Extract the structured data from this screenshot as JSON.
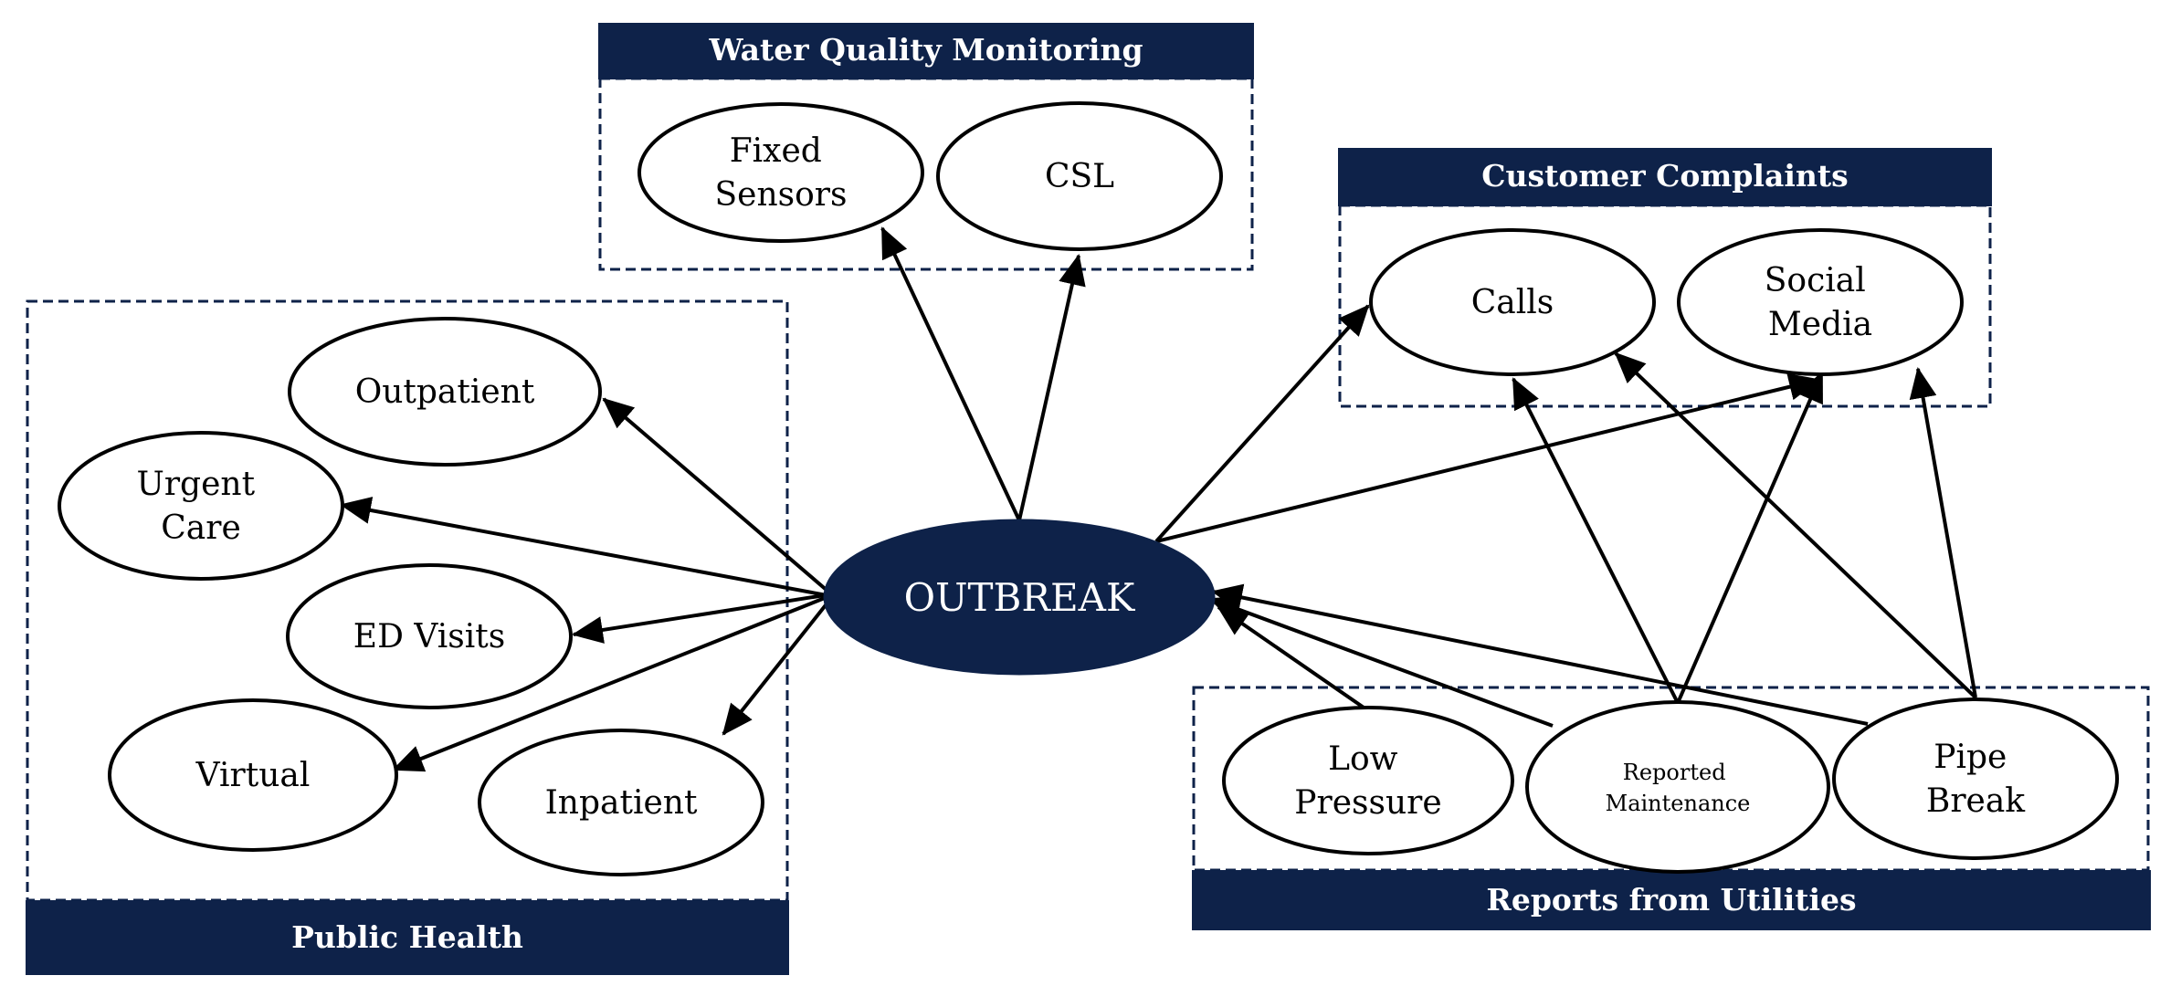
{
  "diagram": {
    "center": {
      "label": "OUTBREAK"
    },
    "groups": {
      "water_quality": {
        "title": "Water Quality Monitoring",
        "nodes": {
          "fixed_sensors": [
            "Fixed",
            "Sensors"
          ],
          "csl": [
            "CSL"
          ]
        }
      },
      "customer_complaints": {
        "title": "Customer Complaints",
        "nodes": {
          "calls": [
            "Calls"
          ],
          "social_media": [
            "Social",
            "Media"
          ]
        }
      },
      "public_health": {
        "title": "Public Health",
        "nodes": {
          "outpatient": [
            "Outpatient"
          ],
          "urgent_care": [
            "Urgent",
            "Care"
          ],
          "ed_visits": [
            "ED Visits"
          ],
          "virtual": [
            "Virtual"
          ],
          "inpatient": [
            "Inpatient"
          ]
        }
      },
      "utilities": {
        "title": "Reports from Utilities",
        "nodes": {
          "low_pressure": [
            "Low",
            "Pressure"
          ],
          "reported_maintenance": [
            "Reported",
            "Maintenance"
          ],
          "pipe_break": [
            "Pipe",
            "Break"
          ]
        }
      }
    },
    "edges": [
      {
        "from": "OUTBREAK",
        "to": "Fixed Sensors"
      },
      {
        "from": "OUTBREAK",
        "to": "CSL"
      },
      {
        "from": "OUTBREAK",
        "to": "Calls"
      },
      {
        "from": "OUTBREAK",
        "to": "Social Media"
      },
      {
        "from": "OUTBREAK",
        "to": "Outpatient"
      },
      {
        "from": "OUTBREAK",
        "to": "Urgent Care"
      },
      {
        "from": "OUTBREAK",
        "to": "ED Visits"
      },
      {
        "from": "OUTBREAK",
        "to": "Virtual"
      },
      {
        "from": "OUTBREAK",
        "to": "Inpatient"
      },
      {
        "from": "Low Pressure",
        "to": "OUTBREAK"
      },
      {
        "from": "Reported Maintenance",
        "to": "OUTBREAK"
      },
      {
        "from": "Pipe Break",
        "to": "OUTBREAK"
      },
      {
        "from": "Reported Maintenance",
        "to": "Calls"
      },
      {
        "from": "Reported Maintenance",
        "to": "Social Media"
      },
      {
        "from": "Pipe Break",
        "to": "Calls"
      },
      {
        "from": "Pipe Break",
        "to": "Social Media"
      }
    ]
  }
}
